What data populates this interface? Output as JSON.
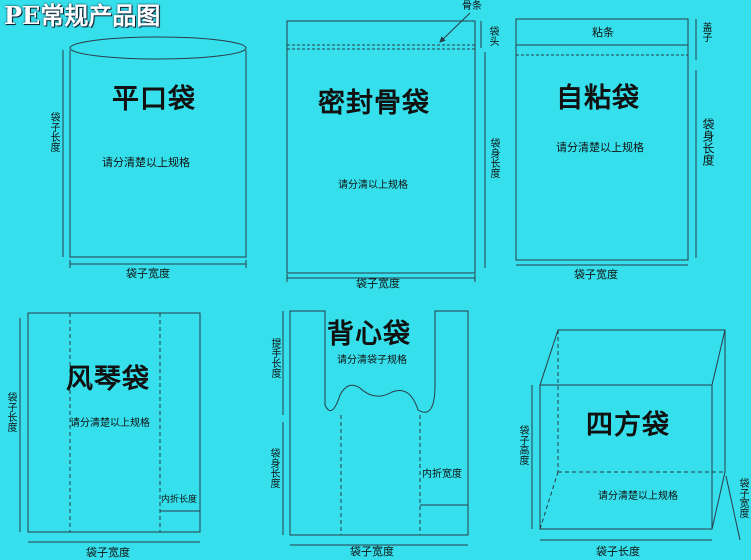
{
  "title": "PE常规产品图",
  "detail_note": "请分清楚以上规格",
  "detail_note_short": "请分清以上规格",
  "detail_note_vest": "请分清袋子规格",
  "flat": {
    "name": "平口袋",
    "width": "袋子宽度",
    "length": "袋子长度"
  },
  "bone": {
    "name": "密封骨袋",
    "callout": "骨条",
    "head": "袋头",
    "width": "袋子宽度",
    "body": "袋身长度"
  },
  "self": {
    "name": "自粘袋",
    "strip": "粘条",
    "cover": "盖子",
    "body": "袋身长度",
    "width": "袋子宽度"
  },
  "gusset": {
    "name": "风琴袋",
    "fold": "内折长度",
    "width": "袋子宽度",
    "length": "袋子长度"
  },
  "vest": {
    "name": "背心袋",
    "handle": "提手长度",
    "body": "袋身长度",
    "fold": "内折宽度",
    "width": "袋子宽度"
  },
  "square": {
    "name": "四方袋",
    "height": "袋子高度",
    "depth": "袋子宽度",
    "length": "袋子长度"
  }
}
